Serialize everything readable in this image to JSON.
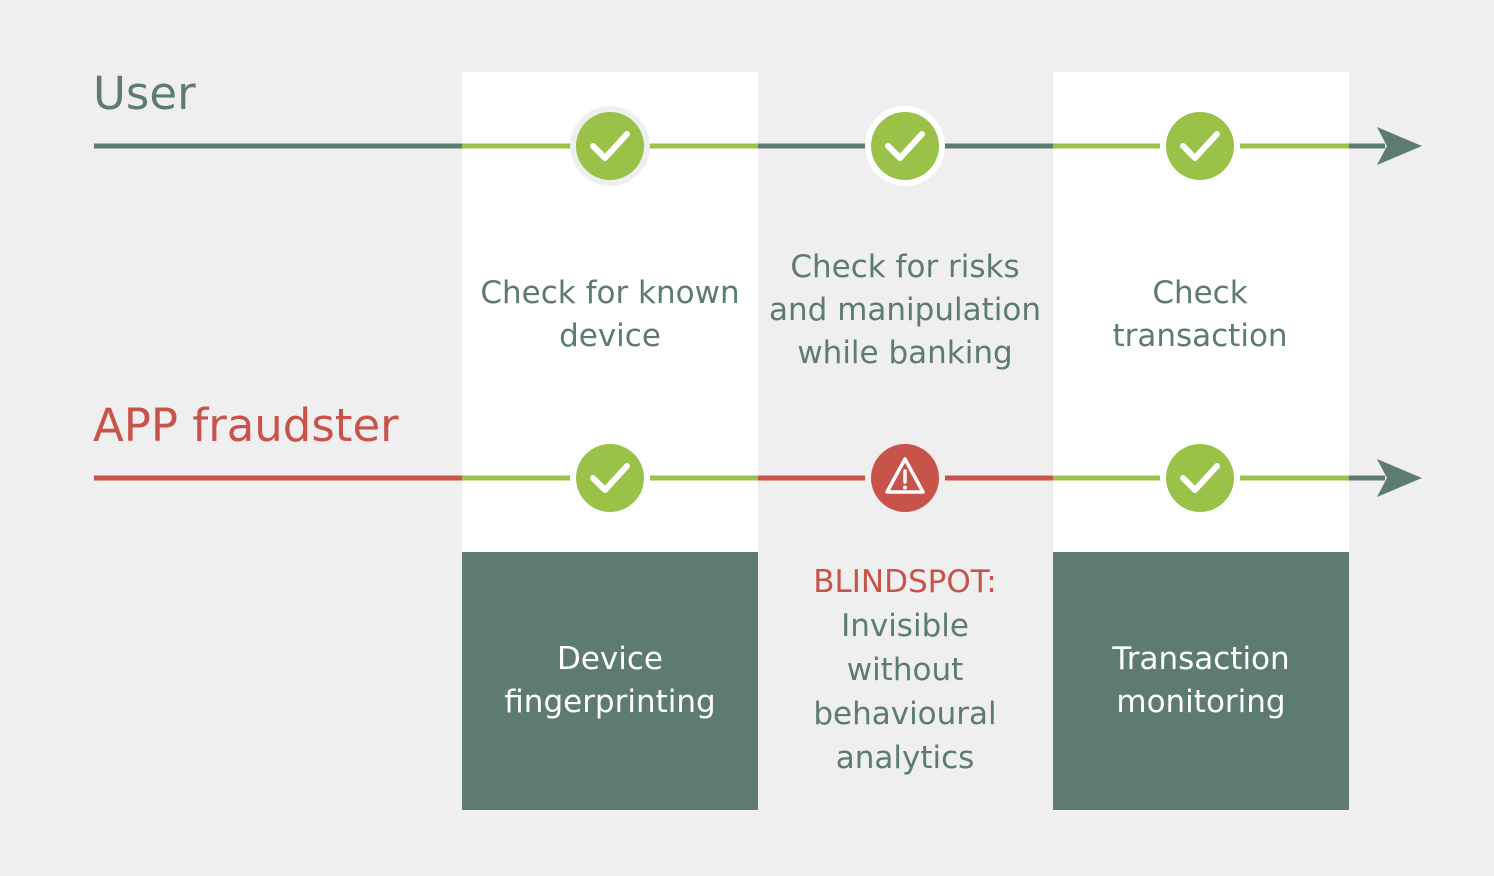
{
  "colors": {
    "background": "#efefef",
    "panel": "#ffffff",
    "user_line": "#5d7b73",
    "fraud_line": "#c8534b",
    "check_green": "#9ac148",
    "box_fill": "#5d7b73"
  },
  "rows": {
    "user": {
      "label": "User",
      "statuses": [
        "check",
        "check",
        "check"
      ]
    },
    "fraudster": {
      "label": "APP fraudster",
      "statuses": [
        "check",
        "warning",
        "check"
      ]
    }
  },
  "steps": [
    {
      "label": "Check for known device"
    },
    {
      "label": "Check for risks and manipulation while banking"
    },
    {
      "label": "Check transaction"
    }
  ],
  "bottom": {
    "box1": "Device fingerprinting",
    "blindspot_label": "BLINDSPOT:",
    "blindspot_text": "Invisible without behavioural analytics",
    "box3": "Transaction monitoring"
  },
  "icons": {
    "check": "check-circle-icon",
    "warning": "warning-circle-icon",
    "arrow": "arrow-head-icon"
  }
}
